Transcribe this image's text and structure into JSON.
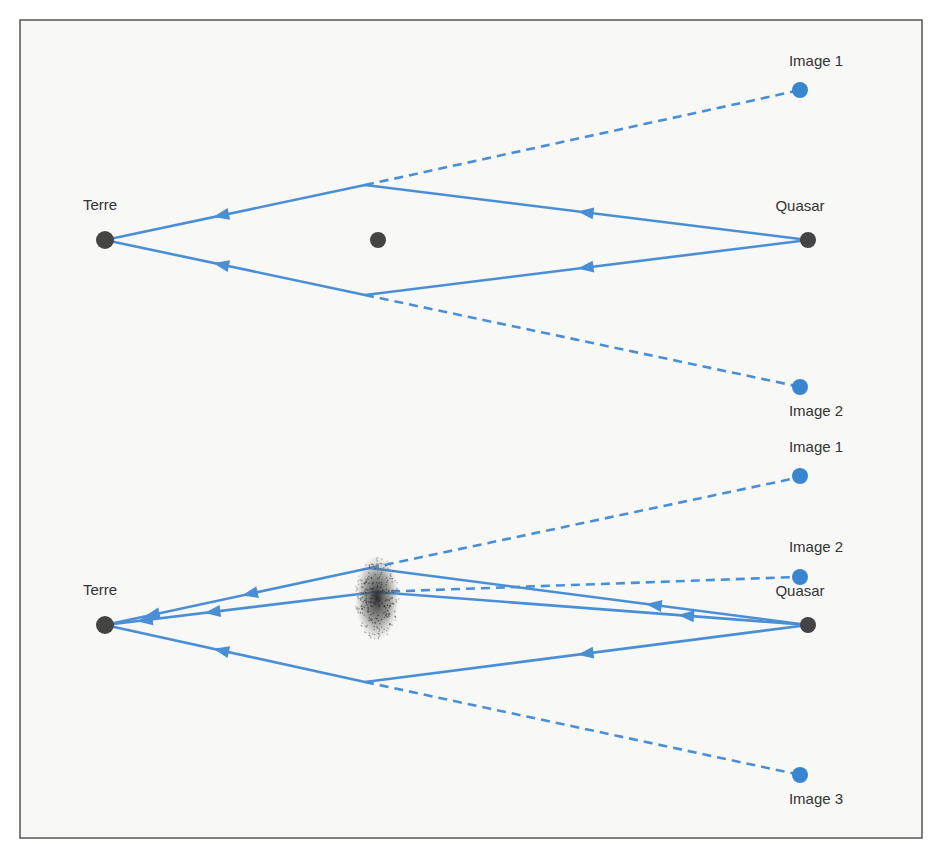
{
  "diagram": {
    "labels": [
      "Image 1",
      "Terre",
      "Quasar",
      "Image 2",
      "Image 1",
      "Image 2",
      "Terre",
      "Quasar",
      "Image 3"
    ]
  }
}
